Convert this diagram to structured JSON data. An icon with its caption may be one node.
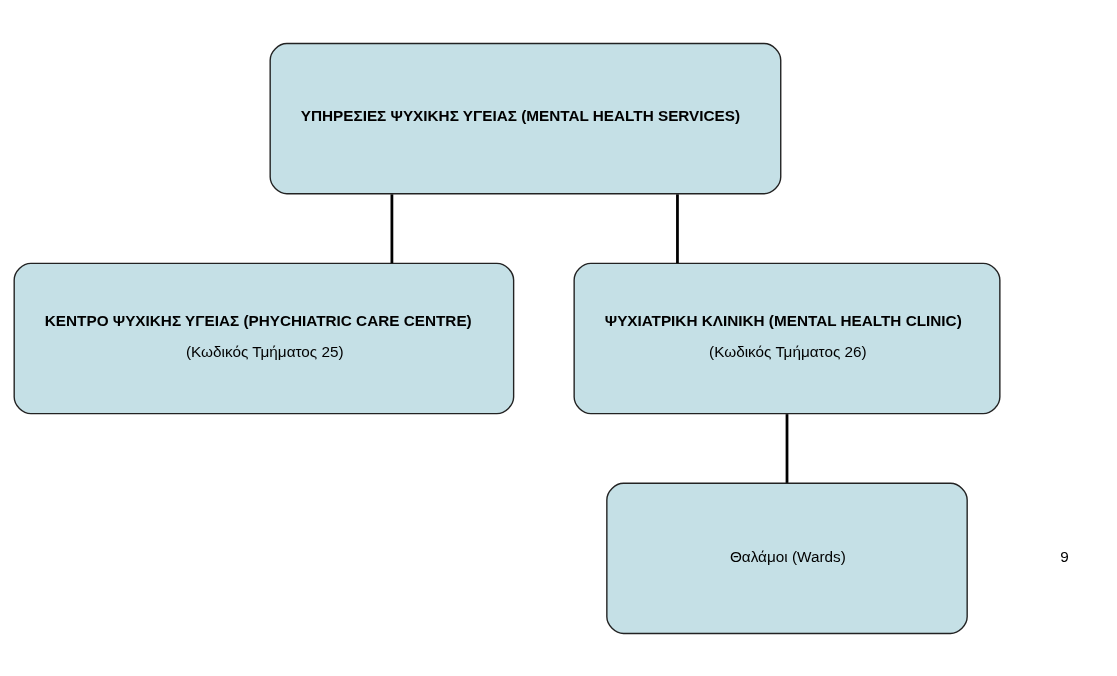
{
  "diagram": {
    "nodes": [
      {
        "text": [
          "ΥΠΗΡΕΣΙΕΣ ΨΥΧΙΚΗΣ ΥΓΕΙΑΣ (MENTAL HEALTH SERVICES)"
        ]
      },
      {
        "text": [
          "ΚΕΝΤΡΟ ΨΥΧΙΚΗΣ ΥΓΕΙΑΣ (PHYCHIATRIC CARE CENTRE)",
          "(Κωδικός Τμήματος 25)"
        ]
      },
      {
        "text": [
          "ΨΥΧΙΑΤΡΙΚΗ ΚΛΙΝΙΚΗ (MENTAL HEALTH CLINIC)",
          "(Κωδικός Τμήματος 26)"
        ]
      },
      {
        "text": [
          "Θαλάμοι (Wards)"
        ]
      }
    ],
    "edges": [
      {
        "from": 0,
        "to": 1,
        "arrow": "none"
      },
      {
        "from": 0,
        "to": 2,
        "arrow": "none"
      },
      {
        "from": 2,
        "to": 3,
        "arrow": "none"
      }
    ],
    "labels": [
      "9"
    ]
  }
}
